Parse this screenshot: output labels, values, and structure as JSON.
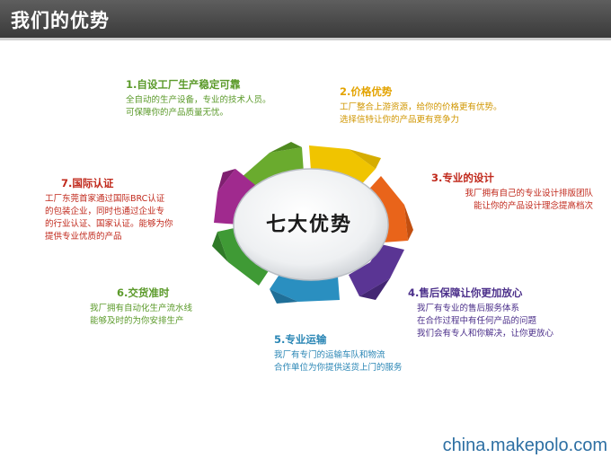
{
  "header": {
    "title": "我们的优势"
  },
  "center": {
    "title": "七大优势"
  },
  "colors": {
    "green": "#5b9a2a",
    "orange": "#e3a300",
    "red": "#c0281b",
    "purple": "#4b2f8a",
    "blue": "#2a86b5"
  },
  "advantages": [
    {
      "title": "1.自设工厂生产稳定可靠",
      "lines": [
        "全自动的生产设备，专业的技术人员。",
        "可保障你的产品质量无忧。"
      ]
    },
    {
      "title": "2.价格优势",
      "lines": [
        "工厂整合上游资源，给你的价格更有优势。",
        "选择信特让你的产品更有竞争力"
      ]
    },
    {
      "title": "3.专业的设计",
      "lines": [
        "我厂拥有自己的专业设计排版团队",
        "能让你的产品设计理念提高档次"
      ]
    },
    {
      "title": "4.售后保障让你更加放心",
      "lines": [
        "我厂有专业的售后服务体系",
        "在合作过程中有任何产品的问题",
        "我们会有专人和你解决，让你更放心"
      ]
    },
    {
      "title": "5.专业运输",
      "lines": [
        "我厂有专门的运输车队和物流",
        "合作单位为你提供送货上门的服务"
      ]
    },
    {
      "title": "6.交货准时",
      "lines": [
        "我厂拥有自动化生产流水线",
        "能够及时的为你安排生产"
      ]
    },
    {
      "title": "7.国际认证",
      "lines": [
        "工厂东莞首家通过国际BRC认证",
        "的包装企业，同时也通过企业专",
        "的行业认证、国家认证。能够为你",
        "提供专业优质的产品"
      ]
    }
  ],
  "watermark": "china.makepolo.com"
}
